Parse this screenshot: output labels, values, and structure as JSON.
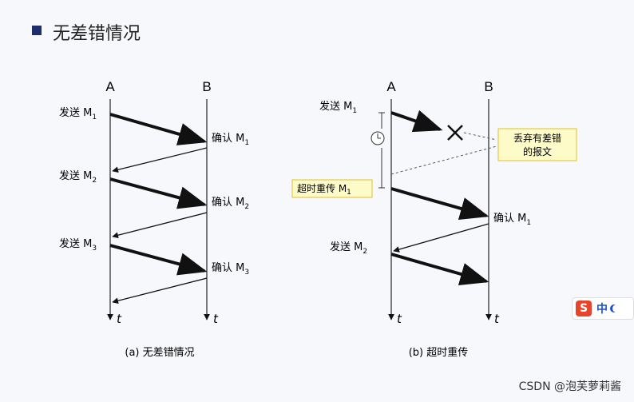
{
  "slide": {
    "title": "无差错情况"
  },
  "left_diagram": {
    "caption": "(a) 无差错情况",
    "node_a": "A",
    "node_b": "B",
    "time_label_a": "t",
    "time_label_b": "t",
    "send_1": "发送 M",
    "send_1_sub": "1",
    "ack_1": "确认 M",
    "ack_1_sub": "1",
    "send_2": "发送 M",
    "send_2_sub": "2",
    "ack_2": "确认 M",
    "ack_2_sub": "2",
    "send_3": "发送 M",
    "send_3_sub": "3",
    "ack_3": "确认 M",
    "ack_3_sub": "3"
  },
  "right_diagram": {
    "caption": "(b) 超时重传",
    "node_a": "A",
    "node_b": "B",
    "time_label_a": "t",
    "time_label_b": "t",
    "send_1": "发送 M",
    "send_1_sub": "1",
    "discard_line1": "丢弃有差错",
    "discard_line2": "的报文",
    "retransmit": "超时重传 M",
    "retransmit_sub": "1",
    "ack_1": "确认 M",
    "ack_1_sub": "1",
    "send_2": "发送 M",
    "send_2_sub": "2"
  },
  "colors": {
    "note_fill": "#fdfbc8",
    "note_border": "#e7c94a",
    "bullet": "#1f2d6b"
  },
  "ime": {
    "logo": "S",
    "text": "中"
  },
  "watermark": "CSDN @泡芙萝莉酱"
}
